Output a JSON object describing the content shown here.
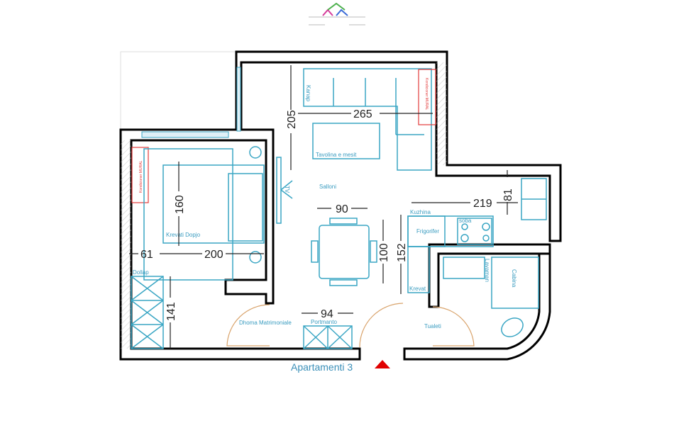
{
  "title": "Apartamenti 3",
  "rooms": {
    "living": "Salloni",
    "bedroom": "Dhoma Matrimoniale",
    "toilet": "Tualeti",
    "kitchen": "Kuzhina"
  },
  "furniture": {
    "sofa": "Kanap",
    "coffee_table": "Tavolina e mesit",
    "tv": "TV",
    "bed": "Krevati Dopjo",
    "wardrobe": "Dollap",
    "coat_rack": "Portmanto",
    "fridge": "Frigorifer",
    "stove": "soba",
    "kitchen_cabinet": "Krevat",
    "sink": "Lavaman",
    "shower": "Cabina",
    "ac_1": "Kondicioner MURAL",
    "ac_2": "Kondicioner MURAL"
  },
  "dimensions": {
    "living_depth": "205",
    "sofa_width": "265",
    "bed_width": "160",
    "bed_length": "200",
    "bed_side": "61",
    "table_width": "90",
    "table_length": "100",
    "kitchen_width": "219",
    "kitchen_depth": "81",
    "kitchen_side": "152",
    "wardrobe_length": "141",
    "coat_rack_width": "94"
  },
  "colors": {
    "wall": "#000000",
    "furniture": "#3aa6c4",
    "ac": "#e23b3b",
    "entrance": "#e00000",
    "door": "#d9a36b"
  }
}
